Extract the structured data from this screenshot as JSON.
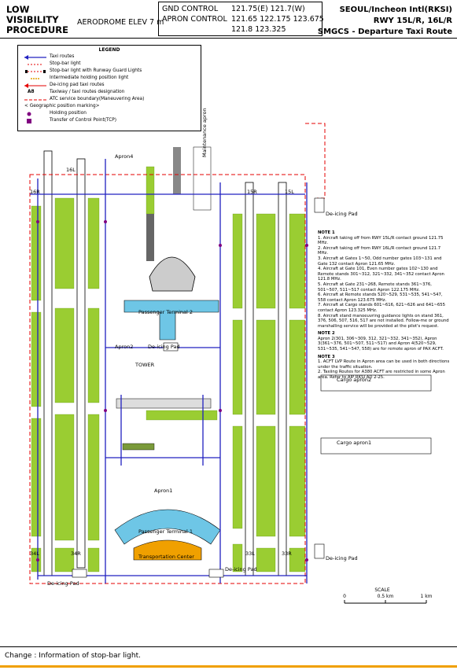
{
  "header": {
    "left_title": [
      "LOW",
      "VISIBILITY",
      "PROCEDURE"
    ],
    "elevation": "AERODROME ELEV 7 m",
    "freq": {
      "gnd_label": "GND CONTROL",
      "gnd_values": "121.75(E) 121.7(W)",
      "apron_label": "APRON CONTROL",
      "apron_values1": "121.65 122.175 123.675",
      "apron_values2": "121.8 123.325"
    },
    "right": [
      "SEOUL/Incheon Intl(RKSI)",
      "RWY 15L/R, 16L/R",
      "SMGCS - Departure Taxi Route"
    ]
  },
  "legend": {
    "title": "LEGEND",
    "items": [
      "Taxi routes",
      "Stop-bar light",
      "Stop-bar light with Runway Guard Lights",
      "Intermediate holding position light",
      "De-icing pad taxi routes",
      "Taxiway / taxi routes designation",
      "ATC service boundary(Maneuvering Area)",
      "< Geographic position marking>",
      "Holding position",
      "Transfer of Control Point(TCP)"
    ],
    "tw_sample": "A8"
  },
  "labels": {
    "apron4": "Apron4",
    "apron2": "Apron2",
    "apron1": "Apron1",
    "terminal2": "Passenger Terminal 2",
    "terminal1": "Passenger Terminal 1",
    "deicing": "De-icing Pad",
    "tower": "TOWER",
    "transport": "Transportation Center",
    "cargo2": "Cargo apron2",
    "cargo1": "Cargo apron1",
    "maint": "Maintenance apron",
    "rwy": [
      "16L",
      "16R",
      "15R",
      "15L",
      "34L",
      "34R",
      "33L",
      "33R"
    ]
  },
  "notes": {
    "title": "NOTE 1",
    "items": [
      "1. Aircraft taking off from RWY 15L/R contact ground 121.75 MHz.",
      "2. Aircraft taking off from RWY 16L/R contact ground 121.7 MHz.",
      "3. Aircraft at Gates 1~50, Odd number gates 103~131 and Gate 132 contact Apron 121.65 MHz.",
      "4. Aircraft at Gate 101, Even number gates 102~130 and Remote stands 301~312, 321~332, 341~352 contact Apron 121.8 MHz.",
      "5. Aircraft at Gate 231~268, Remote stands 361~376, 501~507, 511~517 contact Apron 122.175 MHz.",
      "6. Aircraft at Remote stands 520~529, 531~535, 541~547, 558 contact Apron 123.675 MHz.",
      "7. Aircraft at Cargo stands 601~616, 621~626 and 641~655 contact Apron 123.325 MHz.",
      "8. Aircraft stand manoeuvring guidance lights on stand 361, 376, 506, 507, 516, 517 are not installed. Follow-me or ground marshalling service will be provided at the pilot's request."
    ],
    "title2": "NOTE 2",
    "text2": "Apron 2(301, 306~309, 312, 321~332, 341~352), Apron 3(361~376, 501~507, 511~517) and Apron 4(520~529, 531~535, 541~547, 558) are for remote apron of PAX ACFT.",
    "title3": "NOTE 3",
    "items3": [
      "1. ACFT LVP Route in Apron area can be used in both directions under the traffic situation.",
      "2. Taxiing Routes for A380 ACFT are restricted in some Apron area. Refer to AIP RKSI AD 2-25."
    ]
  },
  "scale": {
    "title": "SCALE",
    "zero": "0",
    "half": "0.5 km",
    "one": "1 km"
  },
  "footer": "Change : Information of stop-bar light."
}
